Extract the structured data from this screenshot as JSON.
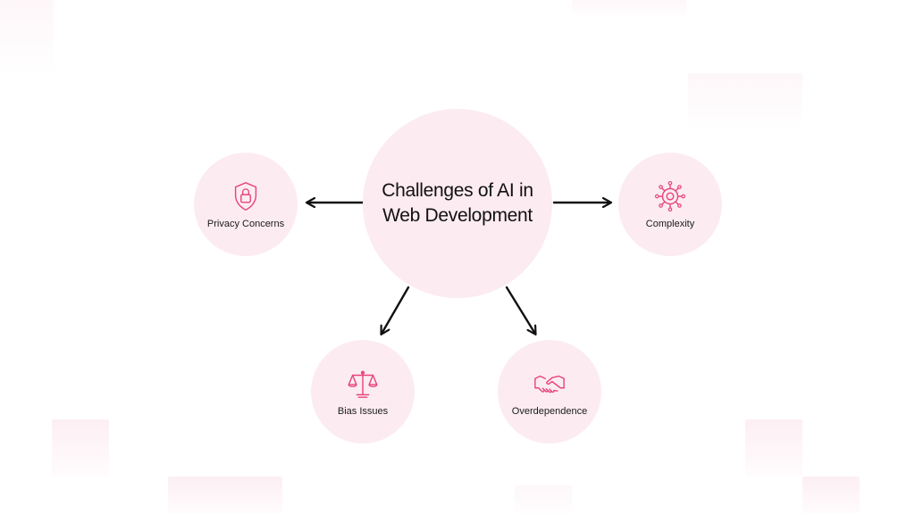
{
  "diagram": {
    "center": {
      "title": "Challenges of AI in Web Development"
    },
    "nodes": [
      {
        "id": "privacy",
        "label": "Privacy Concerns",
        "icon": "shield-lock-icon"
      },
      {
        "id": "complexity",
        "label": "Complexity",
        "icon": "gear-network-icon"
      },
      {
        "id": "bias",
        "label": "Bias Issues",
        "icon": "balance-scale-icon"
      },
      {
        "id": "overdependence",
        "label": "Overdependence",
        "icon": "handshake-icon"
      }
    ],
    "colors": {
      "circle_fill": "#fcecf2",
      "icon_stroke": "#e8457a",
      "arrow": "#111111",
      "text": "#111111"
    }
  }
}
